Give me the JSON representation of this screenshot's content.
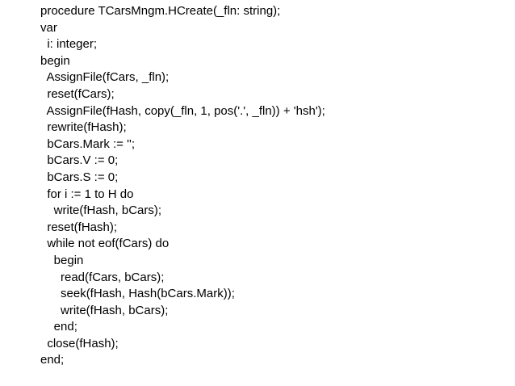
{
  "code_lines": [
    "procedure TCarsMngm.HCreate(_fln: string);",
    "var",
    "  i: integer;",
    "begin",
    "  AssignFile(fCars, _fln);",
    "  reset(fCars);",
    "  AssignFile(fHash, copy(_fln, 1, pos('.', _fln)) + 'hsh');",
    "  rewrite(fHash);",
    "  bCars.Mark := '';",
    "  bCars.V := 0;",
    "  bCars.S := 0;",
    "  for i := 1 to H do",
    "    write(fHash, bCars);",
    "  reset(fHash);",
    "  while not eof(fCars) do",
    "    begin",
    "      read(fCars, bCars);",
    "      seek(fHash, Hash(bCars.Mark));",
    "      write(fHash, bCars);",
    "    end;",
    "  close(fHash);",
    "end;"
  ]
}
